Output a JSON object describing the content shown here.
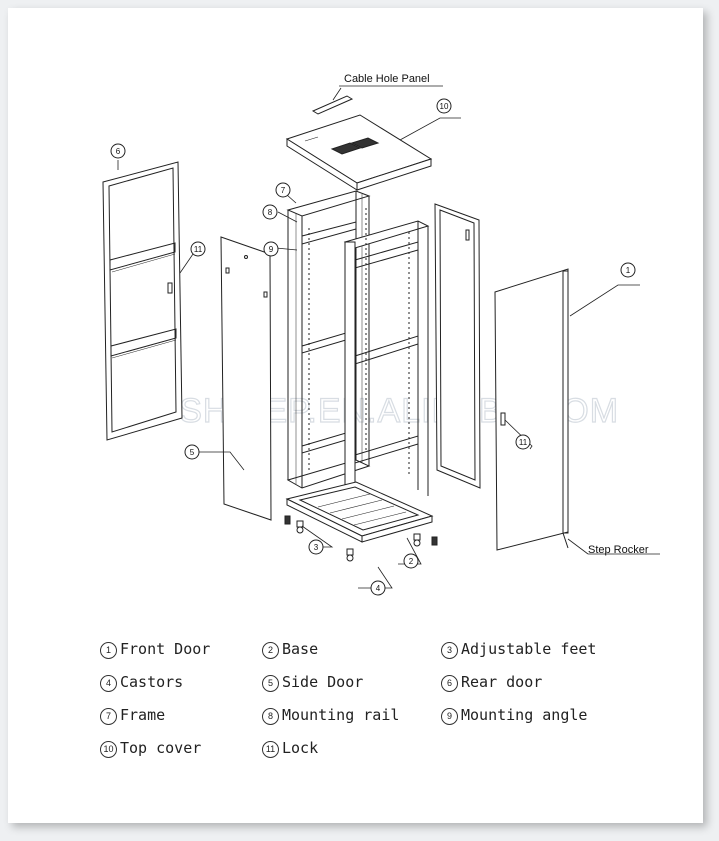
{
  "watermark": "YUSHICEP.EN.ALIBABA.COM",
  "callouts": {
    "cable_hole_panel": "Cable Hole Panel",
    "step_rocker": "Step Rocker",
    "n1": "1",
    "n2": "2",
    "n3": "3",
    "n4": "4",
    "n5": "5",
    "n6": "6",
    "n7": "7",
    "n8": "8",
    "n9": "9",
    "n10": "10",
    "n11a": "11",
    "n11b": "11"
  },
  "legend": [
    {
      "num": "1",
      "label": "Front Door"
    },
    {
      "num": "2",
      "label": "Base"
    },
    {
      "num": "3",
      "label": "Adjustable feet"
    },
    {
      "num": "4",
      "label": "Castors"
    },
    {
      "num": "5",
      "label": "Side Door"
    },
    {
      "num": "6",
      "label": "Rear door"
    },
    {
      "num": "7",
      "label": "Frame"
    },
    {
      "num": "8",
      "label": "Mounting rail"
    },
    {
      "num": "9",
      "label": "Mounting angle"
    },
    {
      "num": "10",
      "label": "Top cover"
    },
    {
      "num": "11",
      "label": "Lock"
    }
  ],
  "colors": {
    "line": "#222222",
    "background": "#ffffff",
    "page": "#eef0f2"
  }
}
